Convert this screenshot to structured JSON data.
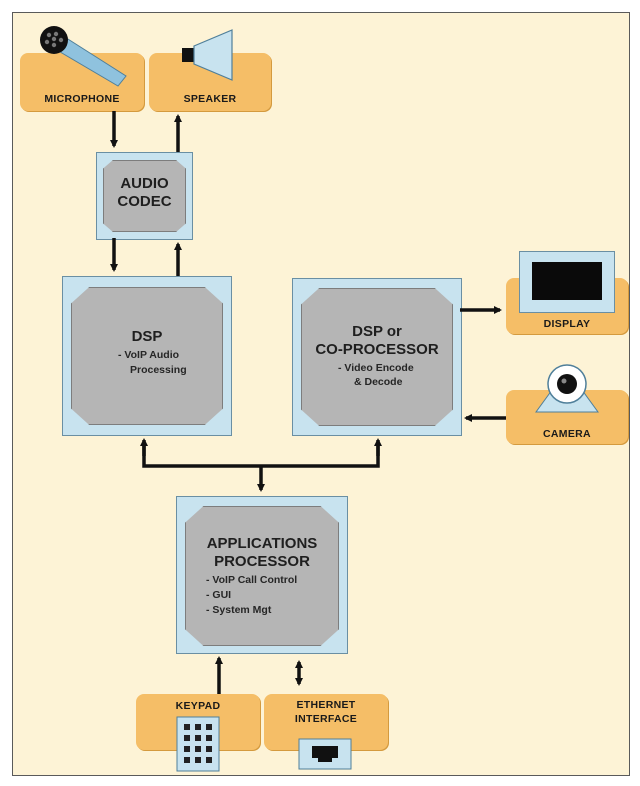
{
  "blocks": {
    "microphone": "MICROPHONE",
    "speaker": "SPEAKER",
    "audio_codec": [
      "AUDIO",
      "CODEC"
    ],
    "dsp": {
      "title": "DSP",
      "sub": [
        "- VoIP Audio",
        "Processing"
      ]
    },
    "coprocessor": {
      "title": [
        "DSP or",
        "CO-PROCESSOR"
      ],
      "sub": [
        "- Video Encode",
        "& Decode"
      ]
    },
    "display": "DISPLAY",
    "camera": "CAMERA",
    "applications": {
      "title": [
        "APPLICATIONS",
        "PROCESSOR"
      ],
      "sub": [
        "- VoIP Call Control",
        "- GUI",
        "- System Mgt"
      ]
    },
    "keypad": "KEYPAD",
    "ethernet": [
      "ETHERNET",
      "INTERFACE"
    ]
  },
  "colors": {
    "background": "#fdf3d6",
    "peripheral": "#f5be67",
    "chip_frame": "#c8e3ef",
    "chip": "#b5b5b5",
    "arrow": "#111111"
  }
}
